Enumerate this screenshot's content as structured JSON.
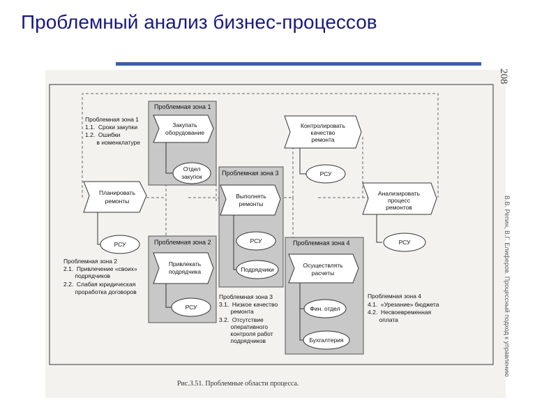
{
  "slide": {
    "title": "Проблемный анализ бизнес-процессов"
  },
  "book": {
    "page_number": "208",
    "running_head": "В.В. Репин, В.Г. Елиферов.  Процессный подход к управлению",
    "caption": "Рис.3.51.  Проблемные области процесса."
  },
  "diagram": {
    "zones": [
      {
        "title": "Проблемная зона 1",
        "process": [
          "Закупать",
          "оборудование"
        ],
        "resources": [
          [
            "Отдел",
            "закупок"
          ]
        ]
      },
      {
        "title": "Проблемная зона 2",
        "process": [
          "Привлекать",
          "подрядчика"
        ],
        "resources": [
          [
            "РСУ"
          ]
        ]
      },
      {
        "title": "Проблемная зона 3",
        "process": [
          "Выполнять",
          "ремонты"
        ],
        "resources": [
          [
            "РСУ"
          ],
          [
            "Подрядчики"
          ]
        ]
      },
      {
        "title": "Проблемная зона 4",
        "process": [
          "Осуществлять",
          "расчеты"
        ],
        "resources": [
          [
            "Фин. отдел"
          ],
          [
            "Бухгалтерия"
          ]
        ]
      }
    ],
    "other_processes": [
      {
        "label": [
          "Планировать",
          "ремонты"
        ],
        "resource": "РСУ"
      },
      {
        "label": [
          "Контролировать",
          "качество",
          "ремонта"
        ],
        "resource": "РСУ"
      },
      {
        "label": [
          "Анализировать",
          "процесс",
          "ремонтов"
        ],
        "resource": "РСУ"
      }
    ],
    "notes": [
      [
        "Проблемная зона 1",
        "1.1.  Сроки закупки",
        "1.2.  Ошибки",
        "       в номенклатуре"
      ],
      [
        "Проблемная зона 2",
        "2.1.  Привлечение «своих»",
        "       подрядчиков",
        "2.2.  Слабая юридическая",
        "       проработка договоров"
      ],
      [
        "Проблемная зона 3",
        "3.1.  Низкое качество",
        "       ремонта",
        "3.2.  Отсутствие",
        "       оперативного",
        "       контроля работ",
        "       подрядчиков"
      ],
      [
        "Проблемная зона 4",
        "4.1.  «Урезание» бюджета",
        "4.2.  Несвоевременная",
        "       оплата"
      ]
    ]
  },
  "colors": {
    "title": "#1a1a80",
    "underline": "#3d5fa8",
    "zone_fill": "#c8c8c8",
    "paper": "#f3f2ef"
  }
}
